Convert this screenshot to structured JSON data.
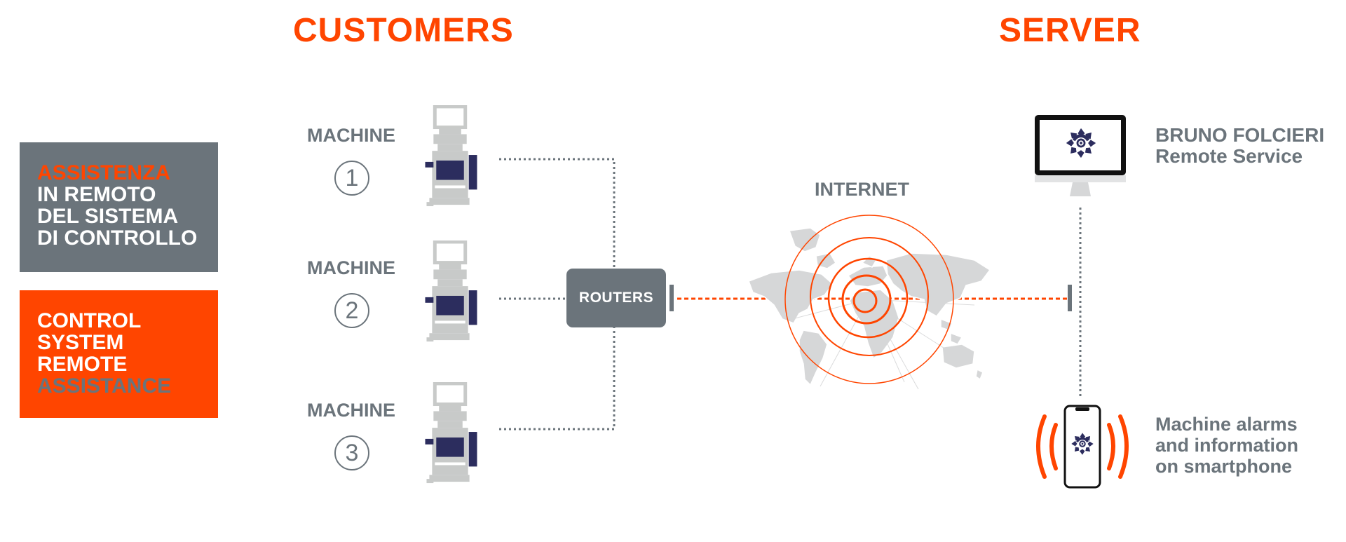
{
  "headings": {
    "customers": "CUSTOMERS",
    "server": "SERVER"
  },
  "panel_it": {
    "line1": "ASSISTENZA",
    "line2": "IN REMOTO",
    "line3": "DEL SISTEMA",
    "line4": "DI CONTROLLO"
  },
  "panel_en": {
    "line1": "CONTROL",
    "line2": "SYSTEM",
    "line3": "REMOTE",
    "line4": "ASSISTANCE"
  },
  "machines": [
    {
      "label": "MACHINE",
      "number": "1"
    },
    {
      "label": "MACHINE",
      "number": "2"
    },
    {
      "label": "MACHINE",
      "number": "3"
    }
  ],
  "router": {
    "label": "ROUTERS"
  },
  "internet": {
    "label": "INTERNET"
  },
  "server_desc": {
    "line1": "BRUNO FOLCIERI",
    "line2": "Remote Service"
  },
  "smartphone_desc": {
    "line1": "Machine alarms",
    "line2": "and information",
    "line3": "on smartphone"
  },
  "colors": {
    "accent": "#ff4500",
    "grey": "#6b747b",
    "machine_dark": "#2c2d5e",
    "machine_light": "#c8cac9",
    "map": "#d6d7d8"
  },
  "icons": [
    "machine-icon",
    "globe-map-icon",
    "monitor-icon",
    "smartphone-icon",
    "logo-icon",
    "signal-waves-icon"
  ]
}
